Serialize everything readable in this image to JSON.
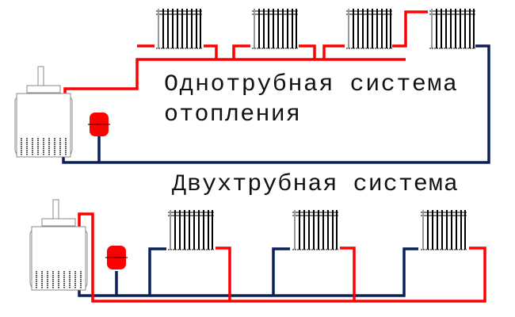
{
  "one_pipe": {
    "title_line1": "Однотрубная система",
    "title_line2": "отопления"
  },
  "two_pipe": {
    "title": "Двухтрубная система"
  },
  "colors": {
    "supply": "#ff0000",
    "return": "#0a1f5c",
    "tank": "#ff0000"
  }
}
